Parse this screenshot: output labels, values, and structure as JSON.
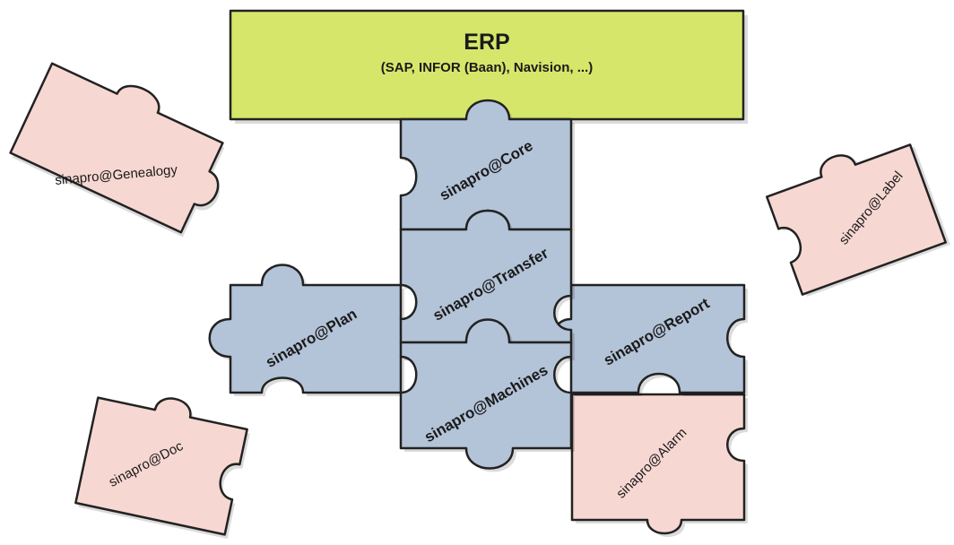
{
  "colors": {
    "erp": "#d6e66a",
    "core_modules": "#b3c3d8",
    "optional_modules": "#f7d7d2",
    "outline": "#222222"
  },
  "erp": {
    "title": "ERP",
    "subtitle": "(SAP, INFOR (Baan), Navision, ...)"
  },
  "core_modules": {
    "core": "sinapro@Core",
    "transfer": "sinapro@Transfer",
    "plan": "sinapro@Plan",
    "machines": "sinapro@Machines",
    "report": "sinapro@Report"
  },
  "optional_modules": {
    "genealogy": "sinapro@Genealogy",
    "label": "sinapro@Label",
    "doc": "sinapro@Doc",
    "alarm": "sinapro@Alarm"
  }
}
